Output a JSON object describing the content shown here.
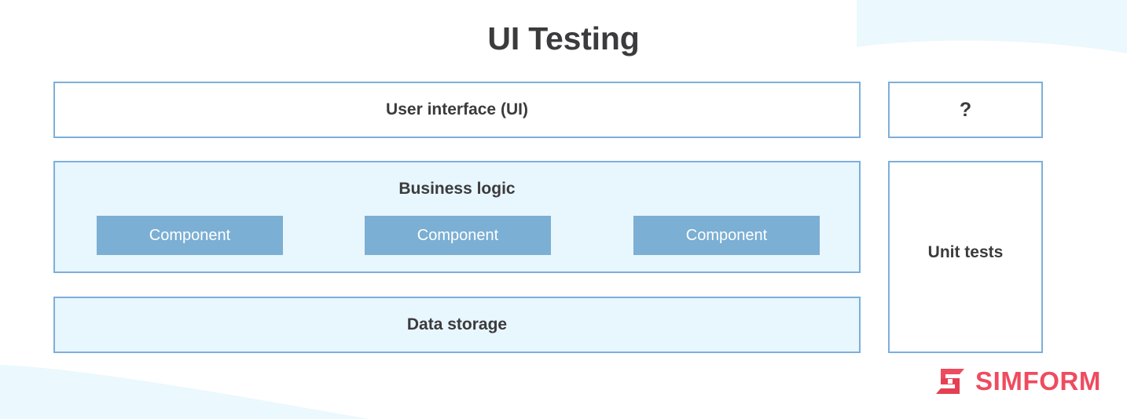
{
  "page": {
    "title": "UI Testing",
    "background_color": "#ffffff",
    "accent_border_color": "#7cafdb",
    "tint_fill_color": "#e8f6fd",
    "component_fill_color": "#7bafd4",
    "text_color": "#3b3b3d",
    "brand_color": "#ef4b5f",
    "decoration": {
      "top_right_curve": "light-blue-wave",
      "bottom_left_curve": "light-blue-wave"
    }
  },
  "diagram": {
    "left_column": {
      "ui_layer": {
        "label": "User interface (UI)",
        "fill": "white"
      },
      "business_layer": {
        "label": "Business logic",
        "fill": "tint",
        "components": [
          {
            "label": "Component"
          },
          {
            "label": "Component"
          },
          {
            "label": "Component"
          }
        ]
      },
      "data_layer": {
        "label": "Data storage",
        "fill": "tint"
      }
    },
    "right_column": {
      "question_box": {
        "label": "?",
        "fill": "white"
      },
      "unit_tests_box": {
        "label": "Unit tests",
        "fill": "white"
      }
    }
  },
  "logo": {
    "text": "SIMFORM",
    "mark": "simform-s-icon"
  }
}
